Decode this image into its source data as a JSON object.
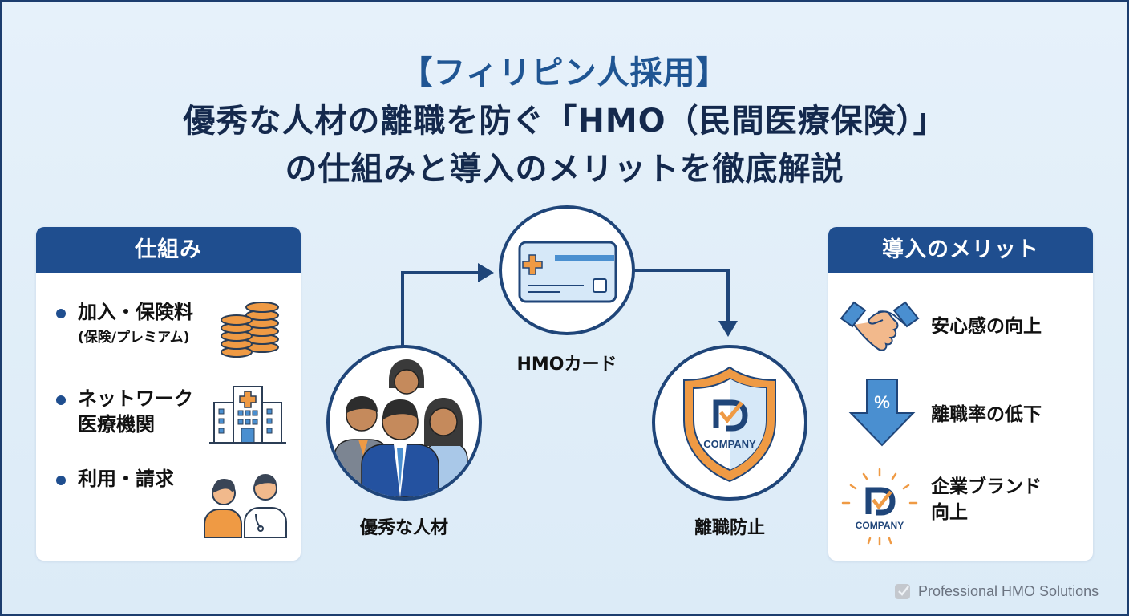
{
  "title": {
    "line1": "【フィリピン人採用】",
    "line2": "優秀な人材の離職を防ぐ「HMO（民間医療保険）」",
    "line3": "の仕組みと導入のメリットを徹底解説"
  },
  "mechanism": {
    "header": "仕組み",
    "items": [
      {
        "label": "加入・保険料",
        "sub": "(保険/プレミアム)",
        "icon": "coins-icon"
      },
      {
        "label": "ネットワーク",
        "label2": "医療機関",
        "icon": "hospital-icon"
      },
      {
        "label": "利用・請求",
        "icon": "doctor-consultation-icon"
      }
    ]
  },
  "flow": {
    "talent_label": "優秀な人材",
    "card_label": "HMOカード",
    "retention_label": "離職防止",
    "shield_text": "COMPANY"
  },
  "merits": {
    "header": "導入のメリット",
    "items": [
      {
        "label": "安心感の向上",
        "icon": "handshake-icon"
      },
      {
        "label": "離職率の低下",
        "icon": "percent-down-arrow-icon",
        "glyph": "%"
      },
      {
        "label": "企業ブランド",
        "label2": "向上",
        "icon": "company-badge-icon",
        "badge_text": "COMPANY"
      }
    ]
  },
  "footer": {
    "text": "Professional HMO Solutions"
  },
  "colors": {
    "navy": "#1f4e8f",
    "orange": "#e8923a",
    "light_blue": "#d3e6f6",
    "dark_text": "#14294d"
  }
}
